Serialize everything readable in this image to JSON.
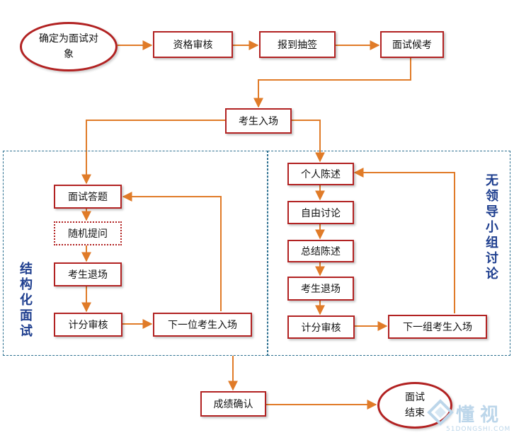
{
  "nodes": {
    "start": "确定为面试对象",
    "qualification": "资格审核",
    "checkin_draw": "报到抽签",
    "waiting": "面试候考",
    "candidate_enter": "考生入场",
    "answer": "面试答题",
    "random_question": "随机提问",
    "exit_left": "考生退场",
    "scoring_left": "计分审核",
    "next_candidate": "下一位考生入场",
    "personal_statement": "个人陈述",
    "free_discussion": "自由讨论",
    "summary_statement": "总结陈述",
    "exit_right": "考生退场",
    "scoring_right": "计分审核",
    "next_group": "下一组考生入场",
    "result_confirm": "成绩确认",
    "end": "面试结束"
  },
  "regions": {
    "structured_label": "结构化面试",
    "leaderless_label": "无领导小组讨论"
  },
  "colors": {
    "box_border": "#b22222",
    "arrow": "#e07b28",
    "region_border": "#2b6f8f",
    "label_text": "#1f3f8f"
  },
  "watermark": {
    "text": "懂视",
    "sub": "51DONGSHI.COM"
  }
}
